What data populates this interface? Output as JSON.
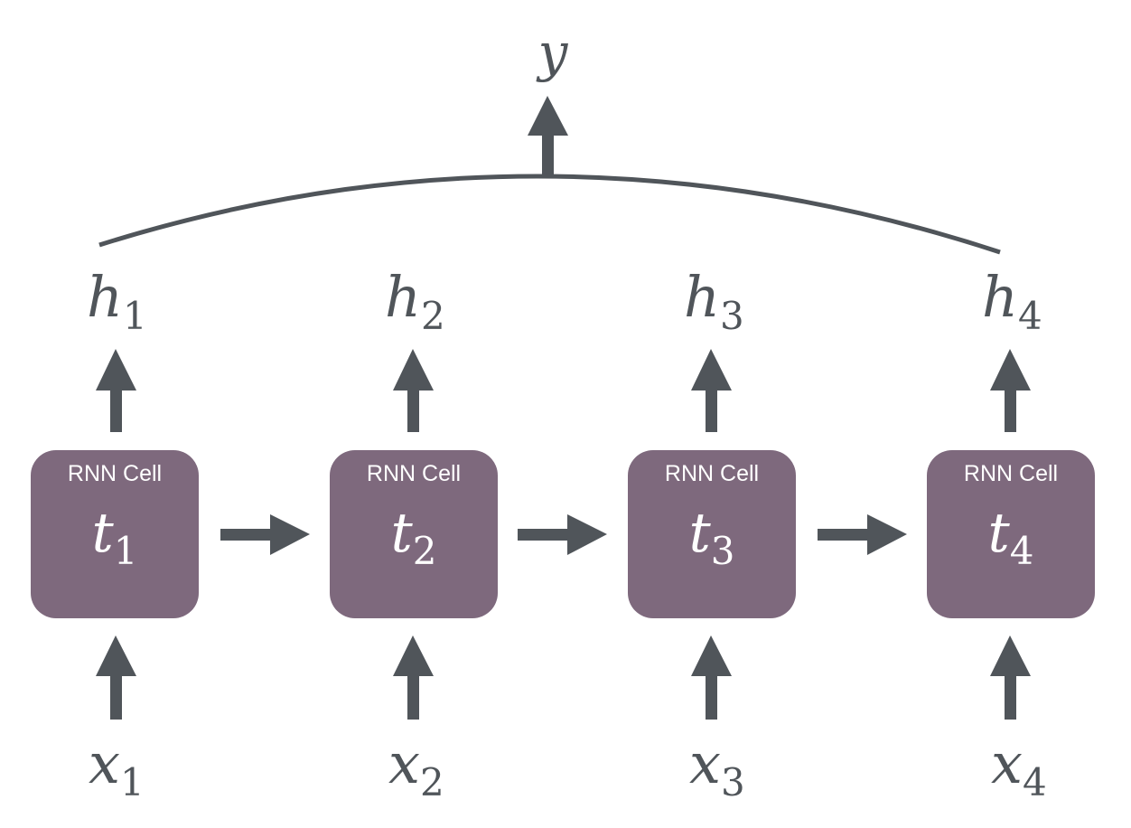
{
  "output": {
    "symbol": "y"
  },
  "cells": [
    {
      "label": "RNN Cell",
      "t_base": "t",
      "t_sub": "1",
      "h_base": "h",
      "h_sub": "1",
      "x_base": "x",
      "x_sub": "1"
    },
    {
      "label": "RNN Cell",
      "t_base": "t",
      "t_sub": "2",
      "h_base": "h",
      "h_sub": "2",
      "x_base": "x",
      "x_sub": "2"
    },
    {
      "label": "RNN Cell",
      "t_base": "t",
      "t_sub": "3",
      "h_base": "h",
      "h_sub": "3",
      "x_base": "x",
      "x_sub": "3"
    },
    {
      "label": "RNN Cell",
      "t_base": "t",
      "t_sub": "4",
      "h_base": "h",
      "h_sub": "4",
      "x_base": "x",
      "x_sub": "4"
    }
  ],
  "colors": {
    "cell_fill": "#7e697d",
    "arrow": "#50555a",
    "text": "#50555a",
    "cell_text": "#ffffff"
  }
}
